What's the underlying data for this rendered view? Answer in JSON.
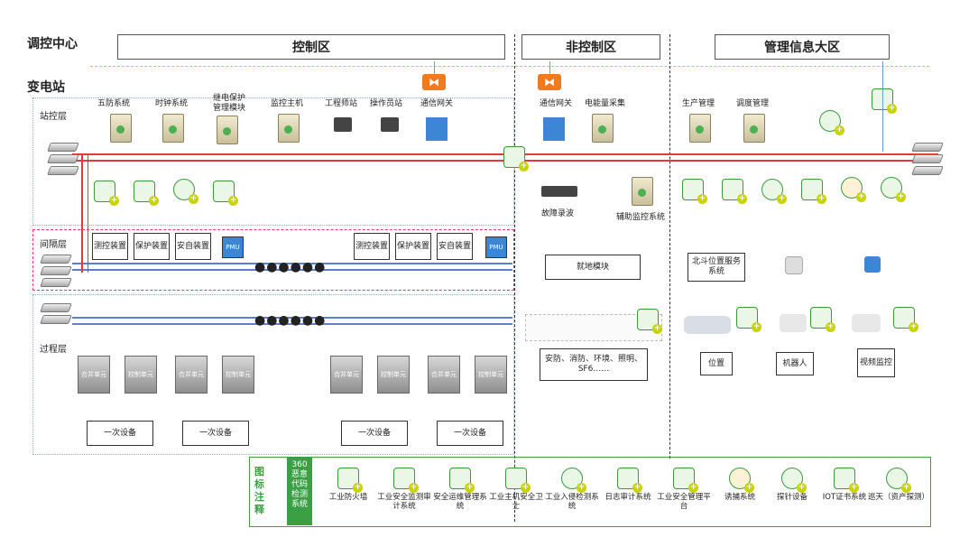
{
  "headings": {
    "dispatch_center": "调控中心",
    "substation": "变电站",
    "station_layer": "站控层",
    "bay_layer": "间隔层",
    "process_layer": "过程层"
  },
  "zones": {
    "control": "控制区",
    "noncontrol": "非控制区",
    "mgmt": "管理信息大区"
  },
  "control_station": [
    "五防系统",
    "时钟系统",
    "继电保护管理模块",
    "监控主机",
    "工程师站",
    "操作员站",
    "通信网关"
  ],
  "noncontrol_station": [
    "通信网关",
    "电能量采集"
  ],
  "noncontrol_devices": [
    "故障录波",
    "辅助监控系统",
    "就地模块",
    "安防、消防、环境、照明、SF6……"
  ],
  "mgmt_station": [
    "生产管理",
    "调度管理"
  ],
  "mgmt_devices": [
    "北斗位置服务系统",
    "位置",
    "机器人",
    "视频监控"
  ],
  "bay_devices": [
    "测控装置",
    "保护装置",
    "安自装置",
    "PMU"
  ],
  "process_units": [
    "合并单元",
    "控制单元"
  ],
  "primary_equipment": "一次设备",
  "ellipsis": "●●●●●●",
  "legend": {
    "title": "图标注释",
    "brand": "360恶意代码检测系统",
    "items": [
      "工业防火墙",
      "工业安全监测审计系统",
      "安全运维管理系统",
      "工业主机安全卫士",
      "工业入侵检测系统",
      "日志审计系统",
      "工业安全管理平台",
      "诱捕系统",
      "探针设备",
      "IOT证书系统",
      "巡天（资产探测）"
    ]
  },
  "colors": {
    "red_bus": "#e23a3a",
    "blue_bus": "#5b7fd1",
    "green": "#3aa043",
    "orange": "#f07a1c"
  }
}
